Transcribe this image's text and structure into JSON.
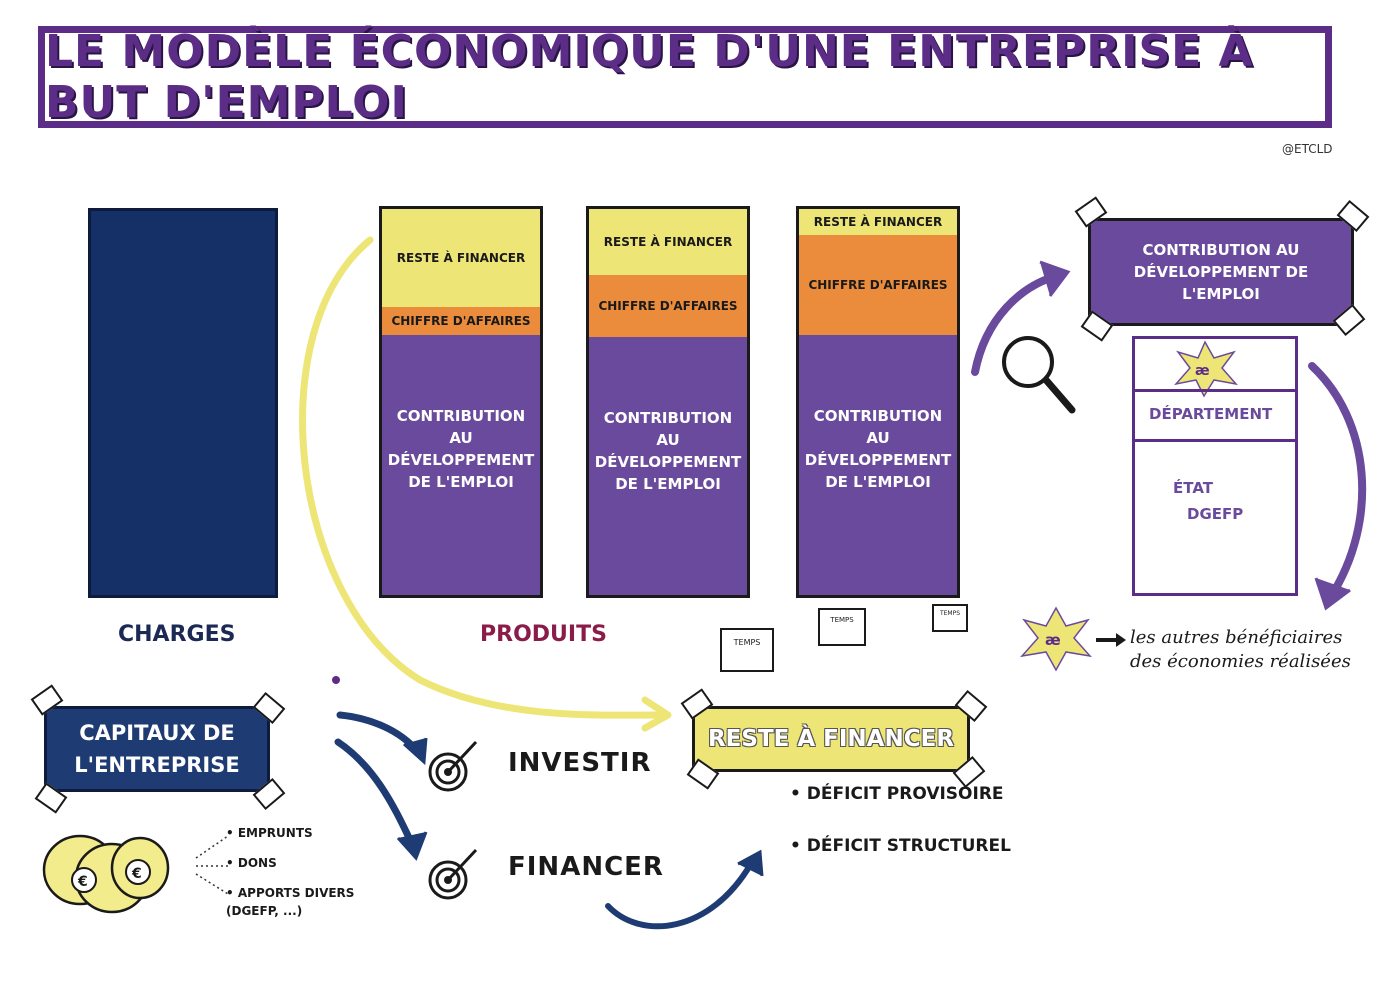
{
  "title": "Le modèle économique d'une entreprise à but d'emploi",
  "credit": "@ETCLD",
  "charges_label": "Charges",
  "produits_label": "Produits",
  "bars": [
    {
      "reste": "Reste à financer",
      "chiffre": "Chiffre d'affaires",
      "contribution": "Contribution au développement de l'emploi"
    },
    {
      "reste": "Reste à financer",
      "chiffre": "Chiffre d'affaires",
      "contribution": "Contribution au développement de l'emploi"
    },
    {
      "reste": "Reste à financer",
      "chiffre": "Chiffre d'affaires",
      "contribution": "Contribution au développement de l'emploi"
    }
  ],
  "calendar_label": "Temps",
  "contribution_box": "Contribution au développement de l'emploi",
  "table": {
    "departement": "Département",
    "etat": "État",
    "dgefp": "DGEFP"
  },
  "beneficiaires": {
    "line1": "les autres bénéficiaires",
    "line2": "des économies réalisées"
  },
  "capitaux": "Capitaux de l'entreprise",
  "capitaux_items": [
    "Emprunts",
    "Dons",
    "Apports divers",
    "(DGEFP, ...)"
  ],
  "verbs": {
    "investir": "Investir",
    "financer": "Financer"
  },
  "reste_box": "Reste à financer",
  "deficits": [
    "Déficit provisoire",
    "Déficit structurel"
  ],
  "colors": {
    "purple": "#6a4a9c",
    "navy": "#143066",
    "yellow": "#ede677",
    "orange": "#ea8c3b",
    "title_purple": "#5b2d86"
  }
}
